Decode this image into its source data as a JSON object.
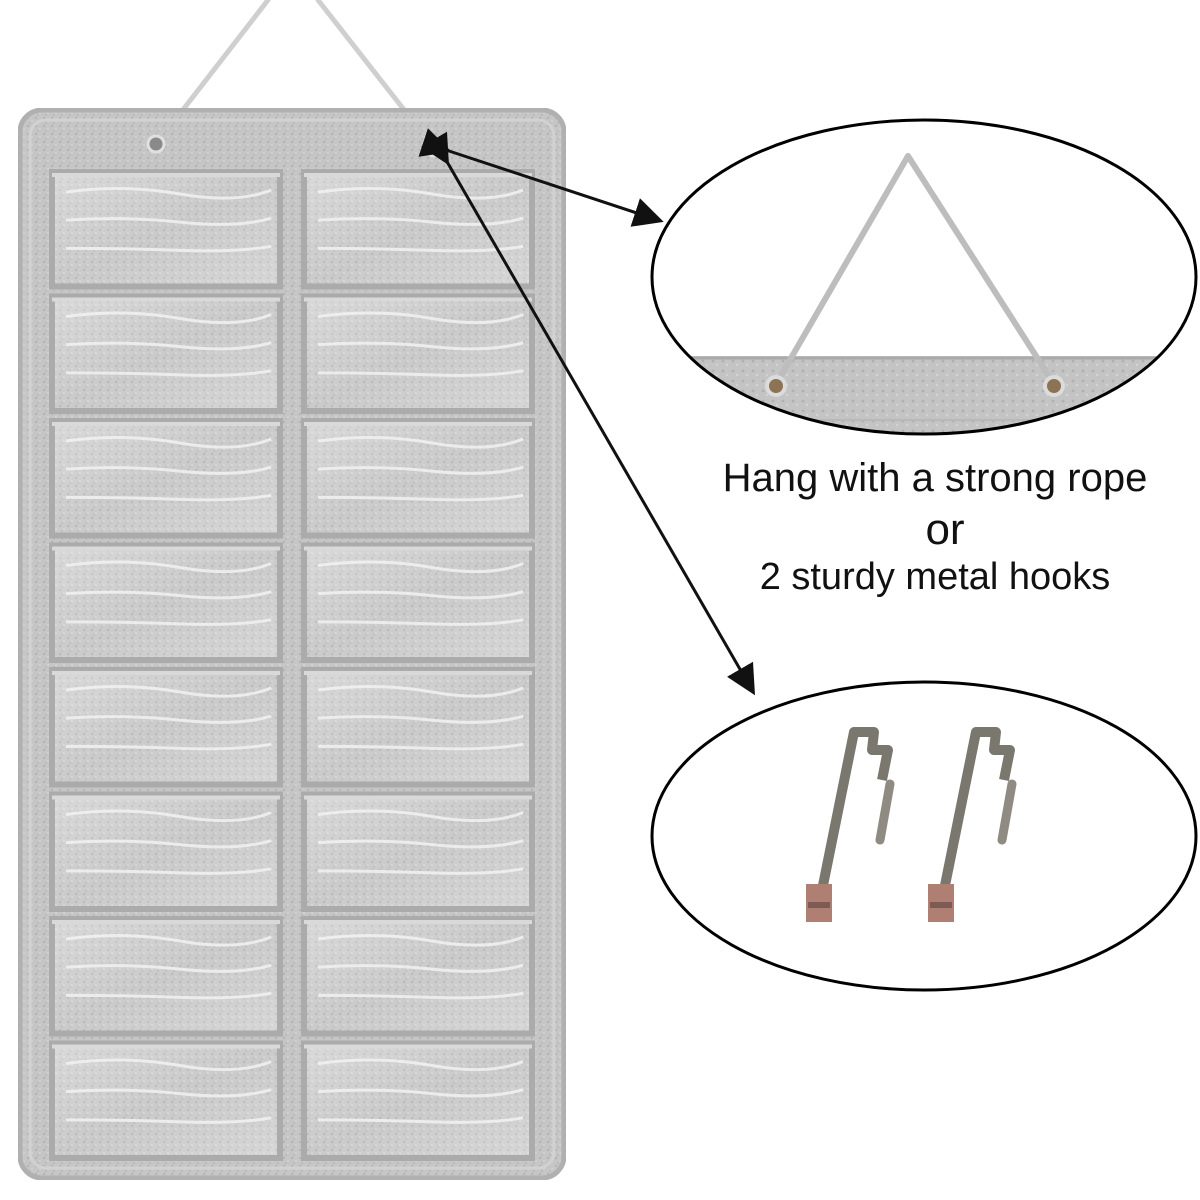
{
  "caption": {
    "line1": "Hang with a strong rope",
    "line2": "or",
    "line3": "2 sturdy metal hooks"
  },
  "organizer": {
    "pocket_columns": 2,
    "pocket_rows": 8,
    "felt_color": "#c9c9c9",
    "trim_color": "#b5b5b5"
  },
  "colors": {
    "background": "#ffffff",
    "text": "#111111",
    "arrow": "#111111",
    "rope": "#d8d8d8",
    "hook_metal": "#7a776f",
    "hook_tip": "#b07f73"
  }
}
